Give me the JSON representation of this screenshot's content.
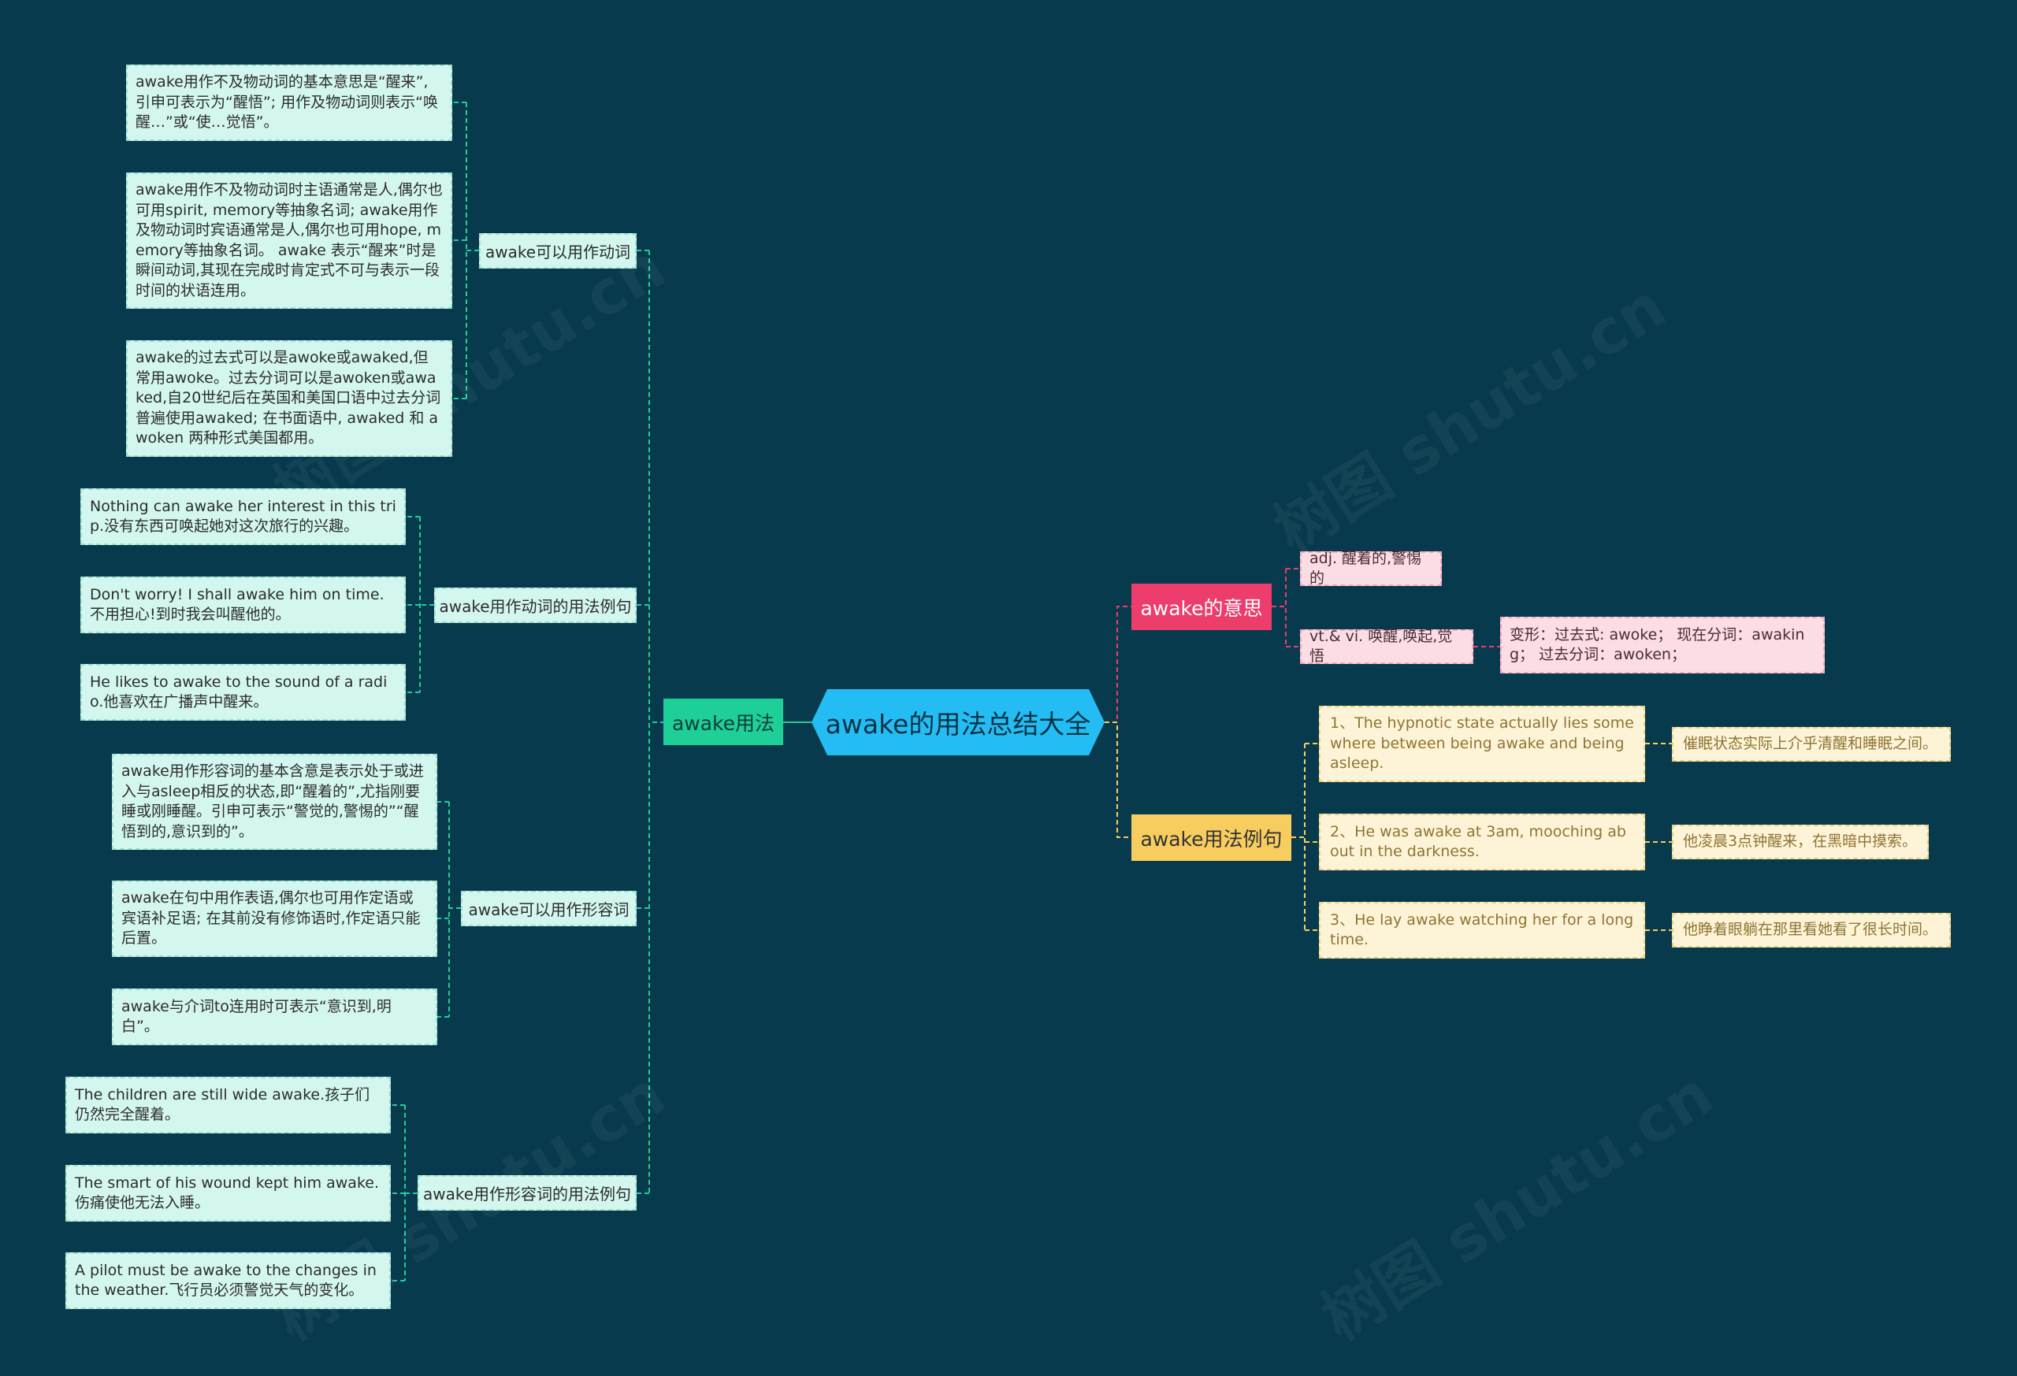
{
  "root": {
    "label": "awake的用法总结大全"
  },
  "left": {
    "label": "awake用法",
    "groups": [
      {
        "label": "awake可以用作动词",
        "items": [
          "awake用作不及物动词的基本意思是“醒来”,引申可表示为“醒悟”; 用作及物动词则表示“唤醒…”或“使…觉悟”。",
          "awake用作不及物动词时主语通常是人,偶尔也可用spirit, memory等抽象名词; awake用作及物动词时宾语通常是人,偶尔也可用hope, memory等抽象名词。 awake 表示“醒来”时是瞬间动词,其现在完成时肯定式不可与表示一段时间的状语连用。",
          "awake的过去式可以是awoke或awaked,但常用awoke。过去分词可以是awoken或awaked,自20世纪后在英国和美国口语中过去分词普遍使用awaked; 在书面语中, awaked 和 awoken 两种形式美国都用。"
        ]
      },
      {
        "label": "awake用作动词的用法例句",
        "items": [
          "Nothing can awake her interest in this trip.没有东西可唤起她对这次旅行的兴趣。",
          "Don't worry! I shall awake him on time.不用担心!到时我会叫醒他的。",
          "He likes to awake to the sound of a radio.他喜欢在广播声中醒来。"
        ]
      },
      {
        "label": "awake可以用作形容词",
        "items": [
          "awake用作形容词的基本含意是表示处于或进入与asleep相反的状态,即“醒着的”,尤指刚要睡或刚睡醒。引申可表示“警觉的,警惕的”“醒悟到的,意识到的”。",
          "awake在句中用作表语,偶尔也可用作定语或宾语补足语; 在其前没有修饰语时,作定语只能后置。",
          "awake与介词to连用时可表示“意识到,明白”。"
        ]
      },
      {
        "label": "awake用作形容词的用法例句",
        "items": [
          "The children are still wide awake.孩子们仍然完全醒着。",
          "The smart of his wound kept him awake.伤痛使他无法入睡。",
          "A pilot must be awake to the changes in the weather.飞行员必须警觉天气的变化。"
        ]
      }
    ]
  },
  "meaning": {
    "label": "awake的意思",
    "items": [
      {
        "text": "adj. 醒着的,警惕的"
      },
      {
        "text": "vt.& vi. 唤醒,唤起,觉悟",
        "detail": "变形：过去式: awoke； 现在分词：awaking； 过去分词：awoken；"
      }
    ]
  },
  "examples": {
    "label": "awake用法例句",
    "items": [
      {
        "en": "1、The hypnotic state actually lies somewhere between being awake and being asleep.",
        "zh": "催眠状态实际上介乎清醒和睡眠之间。"
      },
      {
        "en": "2、He was awake at 3am, mooching about in the darkness.",
        "zh": "他凌晨3点钟醒来，在黑暗中摸索。"
      },
      {
        "en": "3、He lay awake watching her for a long time.",
        "zh": "他睁着眼躺在那里看她看了很长时间。"
      }
    ]
  },
  "colors": {
    "background": "#073a4c",
    "root": "#24bdf3",
    "green": "#1fcf98",
    "red": "#ec3d6c",
    "yellow": "#f8cd5f",
    "leaf": "#d3f7ef",
    "pink": "#fcdde6",
    "cream": "#fdf4d7"
  }
}
